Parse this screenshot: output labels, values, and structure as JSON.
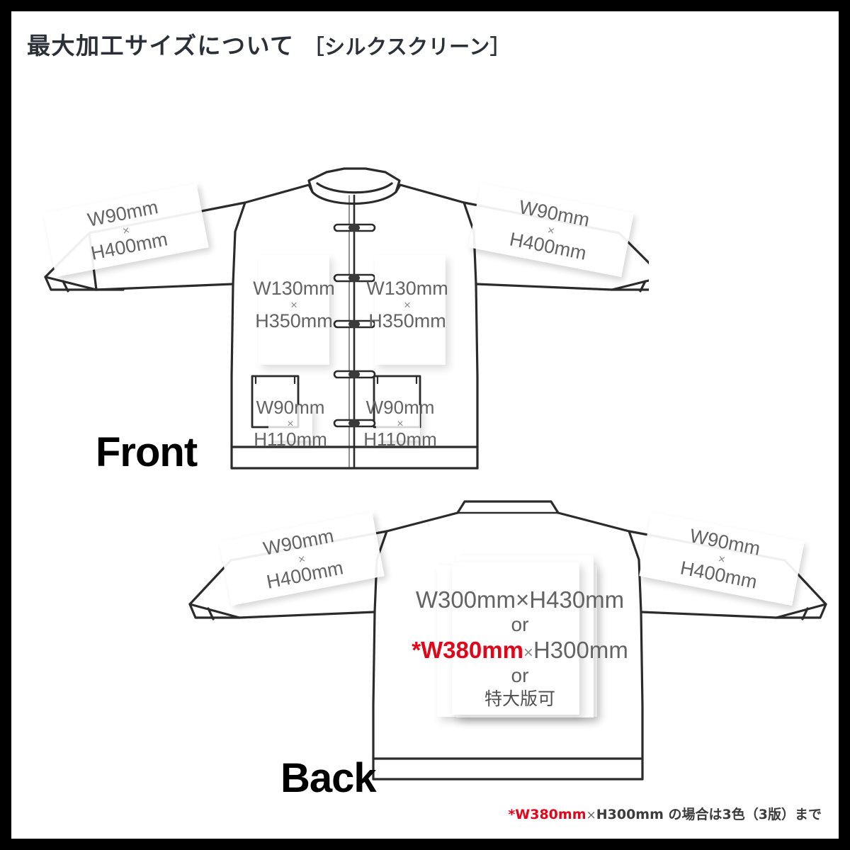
{
  "page": {
    "title_main": "最大加工サイズについて",
    "title_bracketed": "［シルクスクリーン］",
    "border_color": "#000000",
    "background_color": "#ffffff"
  },
  "views": {
    "front": {
      "label": "Front",
      "sleeve_left": {
        "width": "W90mm",
        "times": "×",
        "height": "H400mm"
      },
      "sleeve_right": {
        "width": "W90mm",
        "times": "×",
        "height": "H400mm"
      },
      "chest_left": {
        "width": "W130mm",
        "times": "×",
        "height": "H350mm"
      },
      "chest_right": {
        "width": "W130mm",
        "times": "×",
        "height": "H350mm"
      },
      "pocket_left": {
        "width": "W90mm",
        "times": "×",
        "height": "H110mm"
      },
      "pocket_right": {
        "width": "W90mm",
        "times": "×",
        "height": "H110mm"
      }
    },
    "back": {
      "label": "Back",
      "sleeve_left": {
        "width": "W90mm",
        "times": "×",
        "height": "H400mm"
      },
      "sleeve_right": {
        "width": "W90mm",
        "times": "×",
        "height": "H400mm"
      },
      "print_area": {
        "option1": "W300mm×H430mm",
        "or1": "or",
        "option2_red": "*W380mm",
        "option2_times": "×",
        "option2_rest": "H300mm",
        "or2": "or",
        "option3": "特大版可"
      }
    }
  },
  "footnote": {
    "red": "*W380mm",
    "times": "×",
    "size": "H300mm",
    "rest": "の場合は3色（3版）まで"
  },
  "colors": {
    "text_gray": "#636363",
    "red_accent": "#e1071b",
    "title_dark": "#2b3038",
    "line_art": "#2b2b2b"
  }
}
